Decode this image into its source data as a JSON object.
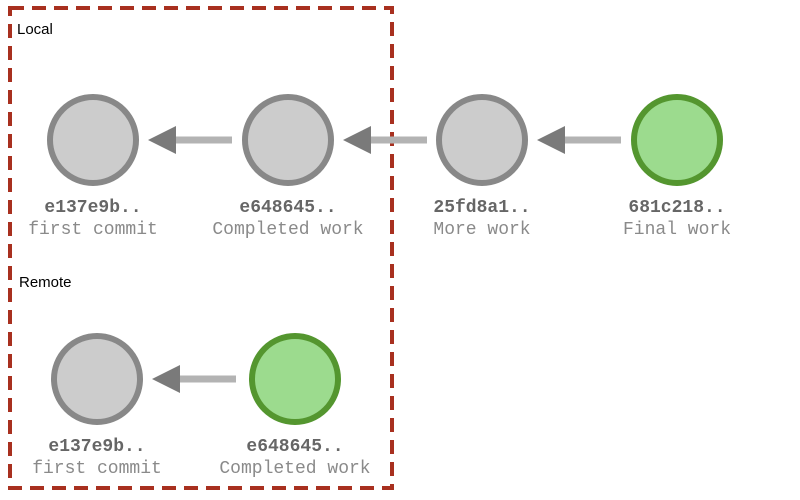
{
  "colors": {
    "commit_fill": "#cccccc",
    "commit_stroke": "#888888",
    "head_fill": "#9cdb8e",
    "head_stroke": "#54962f",
    "arrow": "#b3b3b3",
    "arrow_head": "#7a7a7a",
    "boundary": "#a8301f",
    "hash_text": "#666666",
    "message_text": "#8a8a8a"
  },
  "local": {
    "label": "Local",
    "commits": [
      {
        "hash": "e137e9b..",
        "message": "first commit",
        "head": false
      },
      {
        "hash": "e648645..",
        "message": "Completed work",
        "head": false
      },
      {
        "hash": "25fd8a1..",
        "message": "More work",
        "head": false
      },
      {
        "hash": "681c218..",
        "message": "Final work",
        "head": true
      }
    ]
  },
  "remote": {
    "label": "Remote",
    "commits": [
      {
        "hash": "e137e9b..",
        "message": "first commit",
        "head": false
      },
      {
        "hash": "e648645..",
        "message": "Completed work",
        "head": true
      }
    ]
  }
}
